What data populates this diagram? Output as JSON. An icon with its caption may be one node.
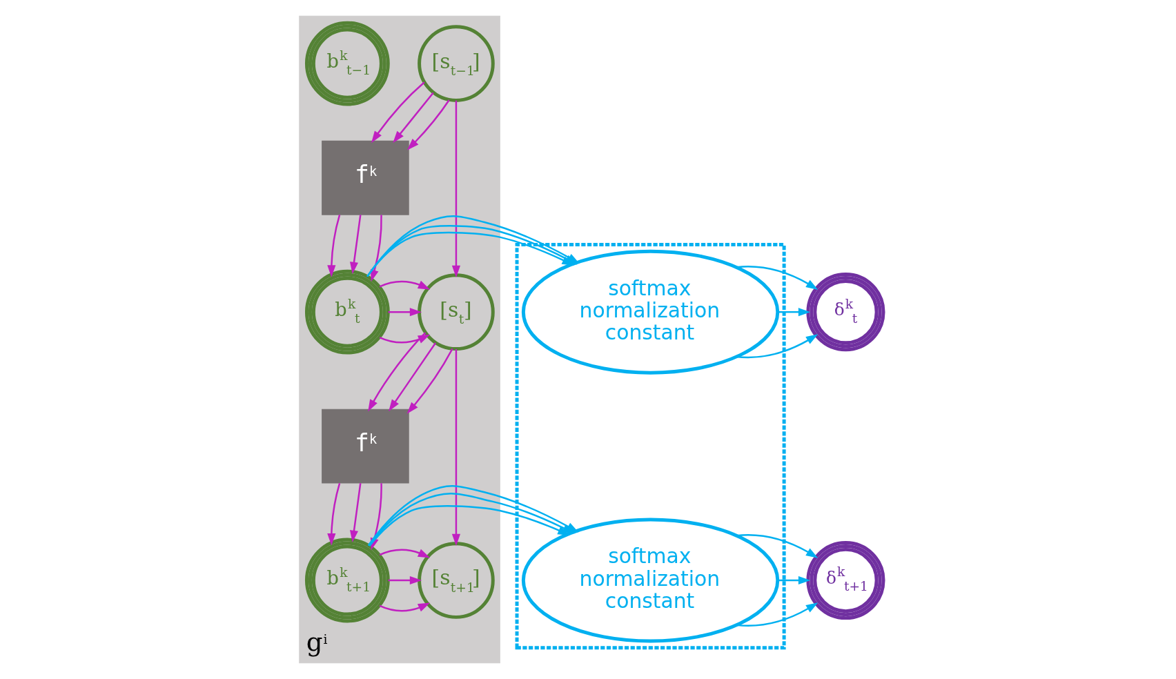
{
  "diagram": {
    "nodes": [
      {
        "text": [
          "g$^{i}$"
        ]
      },
      {
        "text": [
          "[s$_{t−1}$]"
        ],
        "in": 0
      },
      {
        "text": [
          "b$^{k}$$_{t−1}$"
        ],
        "in": 0
      },
      {
        "text": [
          "f$^{k}$"
        ],
        "in": 0
      },
      {
        "text": [
          "[s$_{t}$]"
        ],
        "in": 0
      },
      {
        "text": [
          "b$^{k}$$_{t}$"
        ],
        "in": 0
      },
      {
        "text": [
          "f$^{k}$"
        ],
        "in": 0
      },
      {
        "text": [
          "[s$_{t+1}$]"
        ],
        "in": 0
      },
      {
        "text": [
          "b$^{k}$$_{t+1}$"
        ],
        "in": 0
      },
      {
        "text": [],
        "shape": "box"
      },
      {
        "text": [
          "softmax normalization constant"
        ],
        "in": 9
      },
      {
        "text": [
          "softmax normalization constant"
        ],
        "in": 9
      },
      {
        "text": [
          "δ$^{k}$$_{t}$"
        ]
      },
      {
        "text": [
          "δ$^{k}$$_{t+1}$"
        ]
      }
    ],
    "edges": [
      {
        "from": 1,
        "to": 4,
        "arrow": "to"
      },
      {
        "from": 1,
        "to": 3,
        "arrow": "to"
      },
      {
        "from": 1,
        "to": 3,
        "arrow": "to"
      },
      {
        "from": 1,
        "to": 3,
        "arrow": "to"
      },
      {
        "from": 3,
        "to": 5,
        "arrow": "to"
      },
      {
        "from": 3,
        "to": 5,
        "arrow": "to"
      },
      {
        "from": 3,
        "to": 5,
        "arrow": "to"
      },
      {
        "from": 5,
        "to": 4,
        "arrow": "to"
      },
      {
        "from": 5,
        "to": 4,
        "arrow": "to"
      },
      {
        "from": 5,
        "to": 4,
        "arrow": "to"
      },
      {
        "from": 5,
        "to": 10,
        "arrow": "to",
        "color": "#00b0f0"
      },
      {
        "from": 5,
        "to": 10,
        "arrow": "to",
        "color": "#00b0f0"
      },
      {
        "from": 5,
        "to": 10,
        "arrow": "to",
        "color": "#00b0f0"
      },
      {
        "from": 10,
        "to": 12,
        "arrow": "to",
        "color": "#00b0f0"
      },
      {
        "from": 10,
        "to": 12,
        "arrow": "to",
        "color": "#00b0f0"
      },
      {
        "from": 10,
        "to": 12,
        "arrow": "to",
        "color": "#00b0f0"
      },
      {
        "from": 4,
        "to": 7,
        "arrow": "to"
      },
      {
        "from": 4,
        "to": 6,
        "arrow": "to"
      },
      {
        "from": 4,
        "to": 6,
        "arrow": "to"
      },
      {
        "from": 4,
        "to": 6,
        "arrow": "to"
      },
      {
        "from": 6,
        "to": 8,
        "arrow": "to"
      },
      {
        "from": 6,
        "to": 8,
        "arrow": "to"
      },
      {
        "from": 6,
        "to": 8,
        "arrow": "to"
      },
      {
        "from": 8,
        "to": 7,
        "arrow": "to"
      },
      {
        "from": 8,
        "to": 7,
        "arrow": "to"
      },
      {
        "from": 8,
        "to": 7,
        "arrow": "to"
      },
      {
        "from": 8,
        "to": 11,
        "arrow": "to",
        "color": "#00b0f0"
      },
      {
        "from": 8,
        "to": 11,
        "arrow": "to",
        "color": "#00b0f0"
      },
      {
        "from": 8,
        "to": 11,
        "arrow": "to",
        "color": "#00b0f0"
      },
      {
        "from": 11,
        "to": 13,
        "arrow": "to",
        "color": "#00b0f0"
      },
      {
        "from": 11,
        "to": 13,
        "arrow": "to",
        "color": "#00b0f0"
      },
      {
        "from": 11,
        "to": 13,
        "arrow": "to",
        "color": "#00b0f0"
      }
    ]
  }
}
